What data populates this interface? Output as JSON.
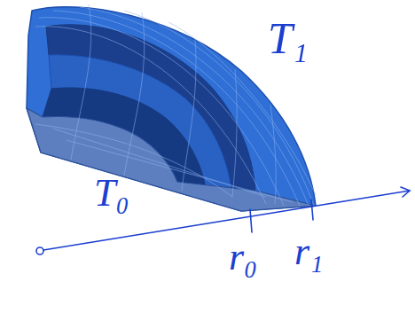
{
  "diagram": {
    "labels": [
      "T₁",
      "T₀",
      "r₀",
      "r₁"
    ]
  }
}
